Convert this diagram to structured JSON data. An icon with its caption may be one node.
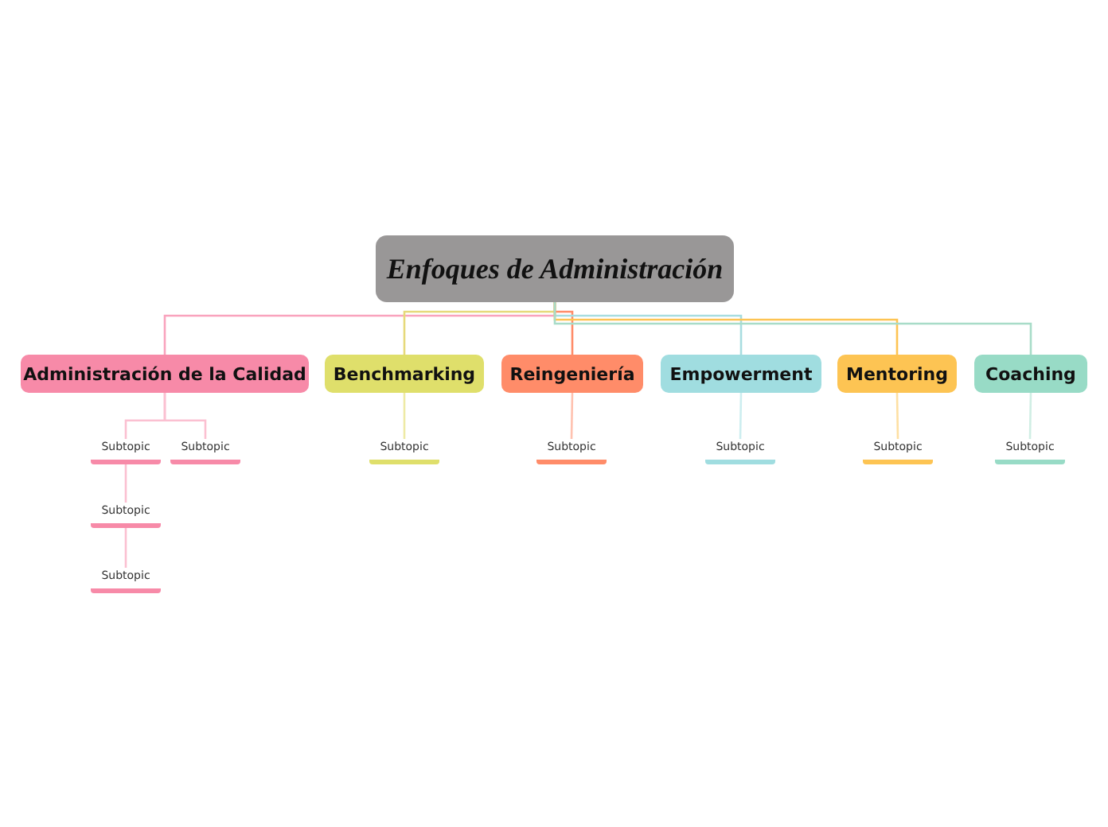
{
  "diagram": {
    "nodes": [
      {
        "text": [
          "Enfoques de Administración"
        ]
      },
      {
        "text": [
          "Administración de la Calidad"
        ]
      },
      {
        "text": [
          "Benchmarking"
        ]
      },
      {
        "text": [
          "Reingeniería"
        ]
      },
      {
        "text": [
          "Empowerment"
        ]
      },
      {
        "text": [
          "Mentoring"
        ]
      },
      {
        "text": [
          "Coaching"
        ]
      },
      {
        "text": [
          "Subtopic"
        ]
      },
      {
        "text": [
          "Subtopic"
        ]
      },
      {
        "text": [
          "Subtopic"
        ]
      },
      {
        "text": [
          "Subtopic"
        ]
      },
      {
        "text": [
          "Subtopic"
        ]
      },
      {
        "text": [
          "Subtopic"
        ]
      },
      {
        "text": [
          "Subtopic"
        ]
      },
      {
        "text": [
          "Subtopic"
        ]
      },
      {
        "text": [
          "Subtopic"
        ]
      }
    ],
    "edges": [
      {
        "from": 0,
        "to": 1,
        "arrow": "none",
        "color": "#f9a3bd"
      },
      {
        "from": 0,
        "to": 2,
        "arrow": "none",
        "color": "#e6d97a"
      },
      {
        "from": 0,
        "to": 3,
        "arrow": "none",
        "color": "#ff8c69"
      },
      {
        "from": 0,
        "to": 4,
        "arrow": "none",
        "color": "#a8dde0"
      },
      {
        "from": 0,
        "to": 5,
        "arrow": "none",
        "color": "#fdc453"
      },
      {
        "from": 0,
        "to": 6,
        "arrow": "none",
        "color": "#a8dcc8"
      },
      {
        "from": 1,
        "to": 7,
        "arrow": "none",
        "color": "#fbc0d1"
      },
      {
        "from": 1,
        "to": 8,
        "arrow": "none",
        "color": "#fbc0d1"
      },
      {
        "from": 7,
        "to": 9,
        "arrow": "none",
        "color": "#fbc0d1"
      },
      {
        "from": 9,
        "to": 10,
        "arrow": "none",
        "color": "#fbc0d1"
      },
      {
        "from": 2,
        "to": 11,
        "arrow": "none",
        "color": "#eeeaa5"
      },
      {
        "from": 3,
        "to": 12,
        "arrow": "none",
        "color": "#ffc2b0"
      },
      {
        "from": 4,
        "to": 13,
        "arrow": "none",
        "color": "#cdeef0"
      },
      {
        "from": 5,
        "to": 14,
        "arrow": "none",
        "color": "#fee0a3"
      },
      {
        "from": 6,
        "to": 15,
        "arrow": "none",
        "color": "#d0eee4"
      }
    ]
  }
}
